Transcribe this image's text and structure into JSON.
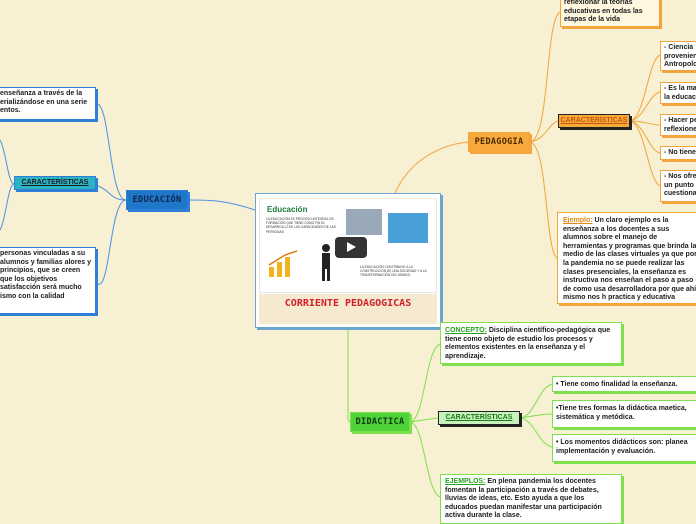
{
  "central": {
    "slide_title": "Educación",
    "slide_text_1": "LA EDUCACIÓN ES PROCESO INTEGRAL DE FORMACIÓN QUE TIENE COMO FIN EL DESARROLLO DE LAS CAPACIDADES DE LAS PERSONAS",
    "slide_text_2": "LA EDUCACIÓN CONTRIBUYE A LA CONSTRUCCIÓN DE UNA SOCIEDAD Y A LA TRANSFORMACIÓN DEL MUNDO",
    "caption": "CORRIENTE PEDAGOGICAS"
  },
  "educacion": {
    "label": "EDUCACIÓN",
    "caracteristicas": "CARACTERÍSTICAS",
    "top_text": "enseñanza a través de la erializándose en una serie entos.",
    "bottom_text": "personas vinculadas a su alumnos y familias alores y principios, que se creen que los objetivos satisfacción será mucho ismo con la calidad"
  },
  "pedagogia": {
    "label": "PEDAGOGIA",
    "top_text": "reflexionar la teorías educativas en todas las etapas de la vida",
    "caracteristicas": "CARACTERÍSTICAS",
    "items": [
      "- Ciencia proveniente Antropolo",
      "- Es la ma la educac",
      "- Hacer pe reflexione",
      "- No tiene",
      "- Nos ofre un punto cuestiona"
    ],
    "example_label": "Ejemplo:",
    "example_text": " Un claro ejemplo es la enseñanza a los docentes a sus alumnos sobre el manejo de herramientas y programas que brinda la medio de las clases virtuales ya que por la pandemia no se puede realizar las clases presenciales, la enseñanza es instructiva nos enseñan el paso a paso de como usa desarrolladora por que ahí mismo nos h practica y educativa porque nos enseña a tal el buen uso de las TICS."
  },
  "didactica": {
    "label": "DIDACTICA",
    "concept_label": "CONCEPTO:",
    "concept_text": " Disciplina científico-pedagógica que tiene como objeto de estudio los procesos y elementos existentes en la enseñanza y el aprendizaje.",
    "caracteristicas": "CARACTERÍSTICAS",
    "items": [
      "• Tiene como finalidad la enseñanza.",
      "•Tiene tres formas la didáctica maetica, sistemática y metódica.",
      "• Los momentos didácticos son: planea implementación y evaluación."
    ],
    "examples_label": "EJEMPLOS:",
    "examples_text": " En plena pandemia los docentes fomentan la participación a través de debates, lluvias de ideas, etc. Esto ayuda a que los educados puedan manifestar una participación activa durante la clase."
  },
  "colors": {
    "background": "#f7f0d2",
    "blue": "#2f7fd6",
    "orange": "#f3a43c",
    "green": "#7ee04c",
    "caption_red": "#d0202a"
  }
}
